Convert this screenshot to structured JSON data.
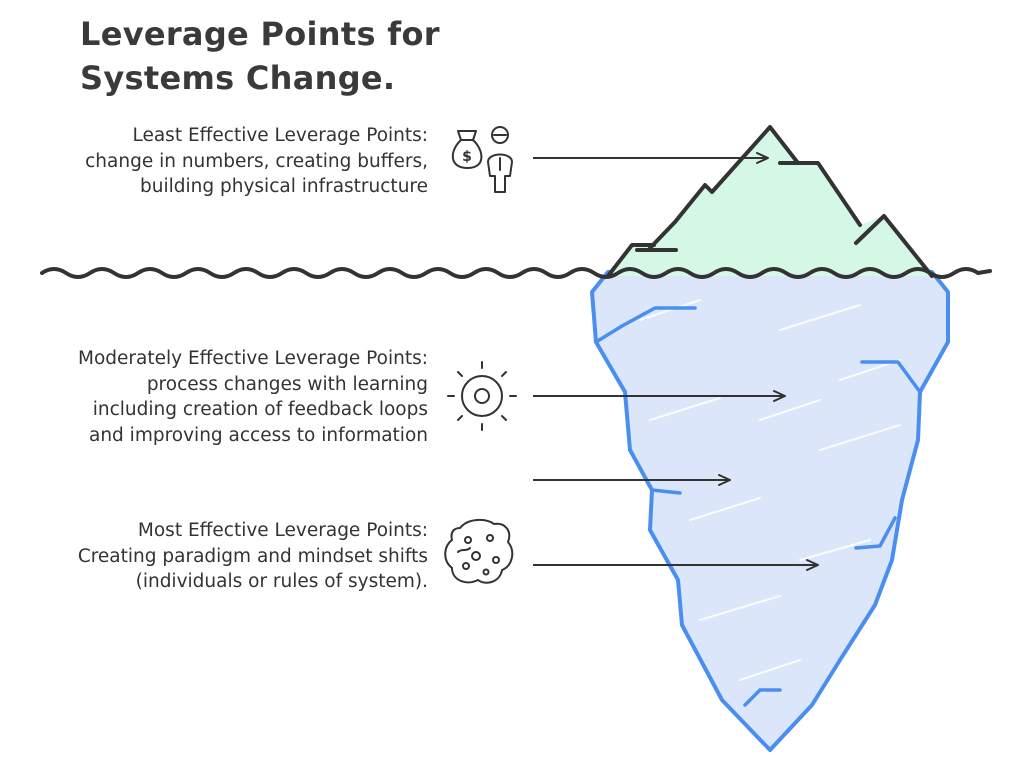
{
  "title": {
    "line1": "Leverage Points for",
    "line2": "Systems Change."
  },
  "levels": [
    {
      "lines": [
        "Least Effective Leverage Points:",
        "change in numbers, creating buffers,",
        "building physical infrastructure"
      ],
      "icon": "money-bag-person-icon"
    },
    {
      "lines": [
        "Moderately Effective Leverage Points:",
        "process changes with learning",
        "including creation of feedback loops",
        "and improving access to information"
      ],
      "icon": "sun-gear-icon"
    },
    {
      "lines": [
        "Most Effective Leverage Points:",
        "Creating paradigm and mindset shifts",
        "(individuals or rules of system)."
      ],
      "icon": "brain-cells-icon"
    }
  ],
  "colors": {
    "tip_fill": "#d5f7e6",
    "underwater_fill": "#dbe6fb",
    "underwater_stroke": "#4a8ef0",
    "ink": "#333333"
  }
}
